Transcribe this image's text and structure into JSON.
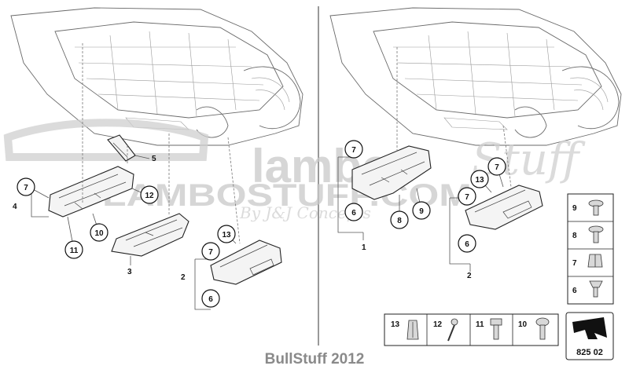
{
  "watermark": {
    "main": "lambo",
    "script": "Stuff",
    "banner": "LAMBOSTUFF.COM",
    "sub": "By J&J Concepts"
  },
  "left_panel": {
    "callouts": [
      "7",
      "12",
      "10",
      "11",
      "13",
      "7",
      "6"
    ],
    "group_labels": [
      "4",
      "5",
      "3",
      "2"
    ]
  },
  "right_panel": {
    "callouts": [
      "7",
      "6",
      "8",
      "9",
      "13",
      "7",
      "7",
      "6"
    ],
    "group_labels": [
      "1",
      "2"
    ]
  },
  "legend": {
    "vertical": [
      "9",
      "8",
      "7",
      "6"
    ],
    "horizontal": [
      "13",
      "12",
      "11",
      "10"
    ],
    "code": "825 02"
  },
  "footer": "BullStuff 2012"
}
